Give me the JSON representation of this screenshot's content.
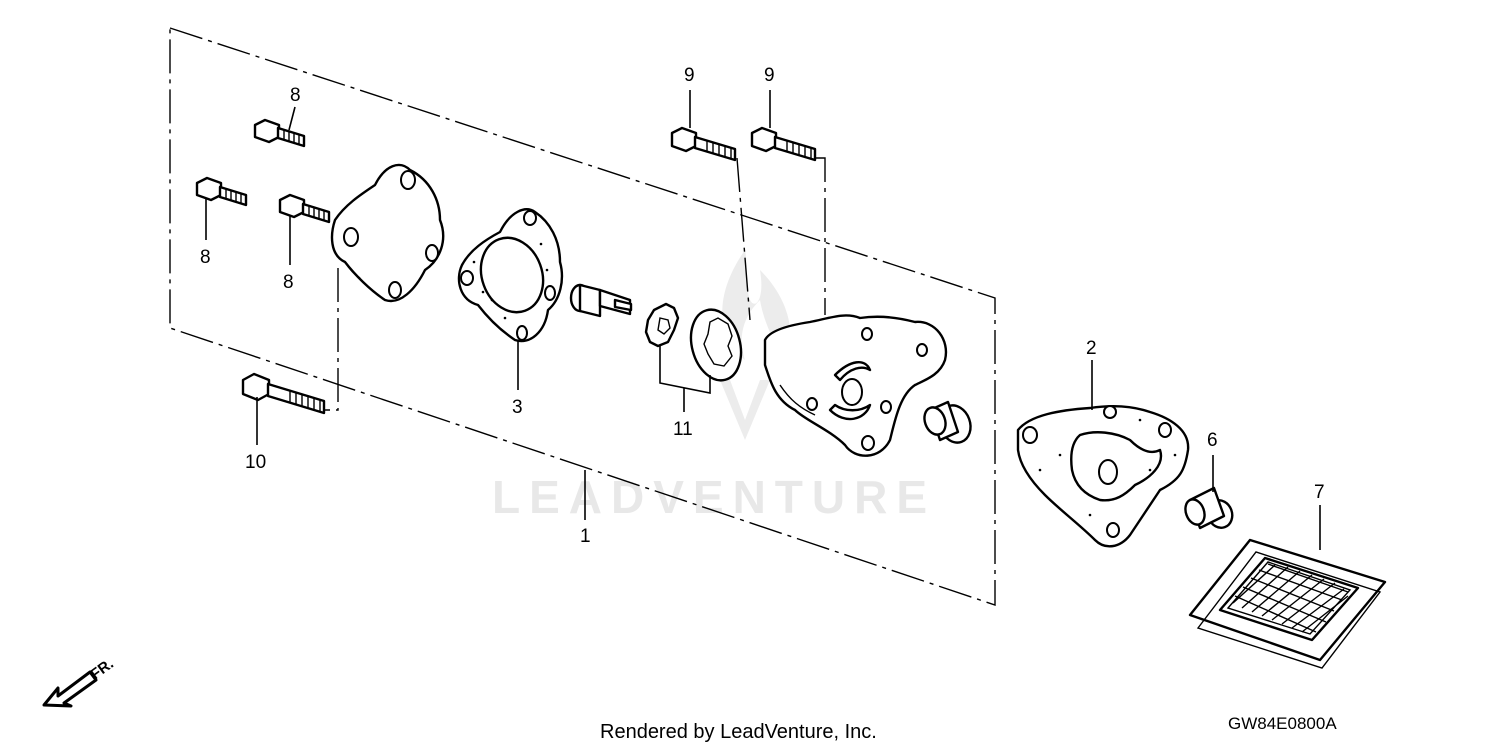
{
  "watermark": {
    "text": "LEADVENTURE"
  },
  "direction_label": "FR.",
  "footer": {
    "credit": "Rendered by LeadVenture, Inc.",
    "diagram_code": "GW84E0800A"
  },
  "callouts": {
    "c1": "1",
    "c2": "2",
    "c3": "3",
    "c6": "6",
    "c7": "7",
    "c8a": "8",
    "c8b": "8",
    "c8c": "8",
    "c9a": "9",
    "c9b": "9",
    "c10": "10",
    "c11": "11"
  }
}
